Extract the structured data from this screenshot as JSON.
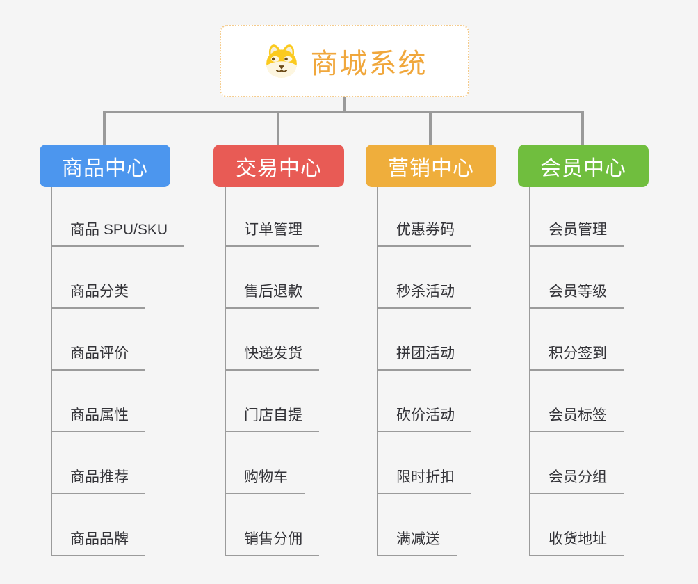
{
  "root": {
    "title": "商城系统",
    "icon": "dog-icon"
  },
  "branches": [
    {
      "label": "商品中心",
      "color": "#4c96ee",
      "children": [
        "商品 SPU/SKU",
        "商品分类",
        "商品评价",
        "商品属性",
        "商品推荐",
        "商品品牌"
      ]
    },
    {
      "label": "交易中心",
      "color": "#e85b55",
      "children": [
        "订单管理",
        "售后退款",
        "快递发货",
        "门店自提",
        "购物车",
        "销售分佣"
      ]
    },
    {
      "label": "营销中心",
      "color": "#efae3c",
      "children": [
        "优惠券码",
        "秒杀活动",
        "拼团活动",
        "砍价活动",
        "限时折扣",
        "满减送"
      ]
    },
    {
      "label": "会员中心",
      "color": "#70be3e",
      "children": [
        "会员管理",
        "会员等级",
        "积分签到",
        "会员标签",
        "会员分组",
        "收货地址"
      ]
    }
  ],
  "colors": {
    "background": "#f5f5f5",
    "root_text": "#f0a73c",
    "root_border": "#f5cb8b",
    "connector_line": "#9a9a9a",
    "child_text": "#333338"
  }
}
